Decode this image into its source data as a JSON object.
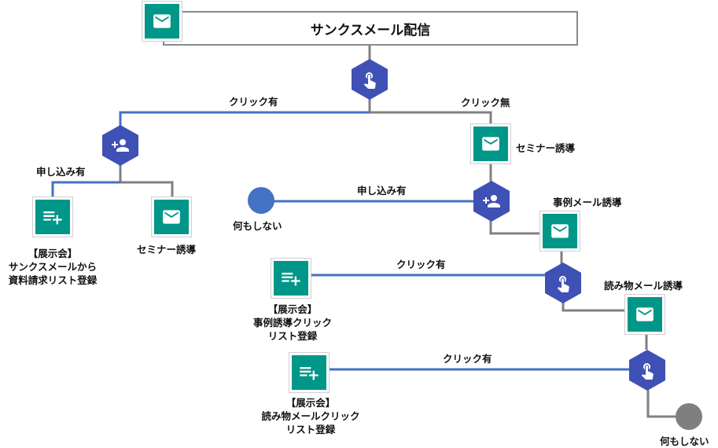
{
  "diagram": {
    "title": "サンクスメール配信",
    "edges": {
      "click_yes_top": "クリック有",
      "click_no_top": "クリック無",
      "applied_left": "申し込み有",
      "applied_right": "申し込み有",
      "click_yes_case": "クリック有",
      "click_yes_reading": "クリック有"
    },
    "nodes": {
      "seminar_left": "セミナー誘導",
      "seminar_right": "セミナー誘導",
      "case_mail": "事例メール誘導",
      "reading_mail": "読み物メール誘導",
      "do_nothing_1": "何もしない",
      "do_nothing_2": "何もしない",
      "expo_list_1": [
        "【展示会】",
        "サンクスメールから",
        "資料請求リスト登録"
      ],
      "expo_list_2": [
        "【展示会】",
        "事例誘導クリック",
        "リスト登録"
      ],
      "expo_list_3": [
        "【展示会】",
        "読み物メールクリック",
        "リスト登録"
      ]
    },
    "colors": {
      "teal": "#009688",
      "indigo": "#3f51b5",
      "blue_line": "#4472c4",
      "gray_line": "#808080",
      "start_dot": "#4472c4",
      "end_dot": "#7f7f7f"
    }
  }
}
